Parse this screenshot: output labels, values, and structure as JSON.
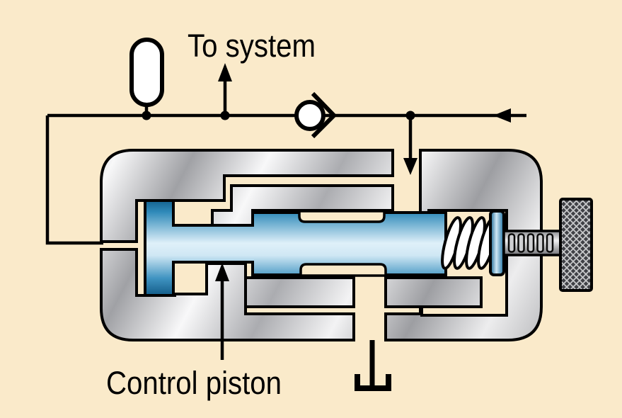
{
  "diagram": {
    "labels": {
      "to_system": "To system",
      "control_piston": "Control piston"
    },
    "colors": {
      "background": "#FAEACA",
      "line": "#000000",
      "piston_blue_dark": "#14618E",
      "piston_blue_mid": "#3F93C1",
      "piston_blue_light": "#DFF0F9",
      "metal_dark": "#939498",
      "metal_mid": "#A8A9AD",
      "metal_light": "#F8F8F9",
      "knob_dark": "#404146",
      "knob_hatch_light": "#C8C9CB",
      "symbol_white": "#FFFFFF"
    },
    "parts": [
      "accumulator-symbol",
      "check-valve-symbol",
      "to-system-flow-arrow",
      "inlet-flow-arrow",
      "valve-inlet-down-arrow",
      "valve-body",
      "control-piston",
      "return-spring",
      "spring-seat",
      "adjusting-screw",
      "knurled-knob",
      "tank-drain-symbol",
      "pilot-line"
    ]
  }
}
